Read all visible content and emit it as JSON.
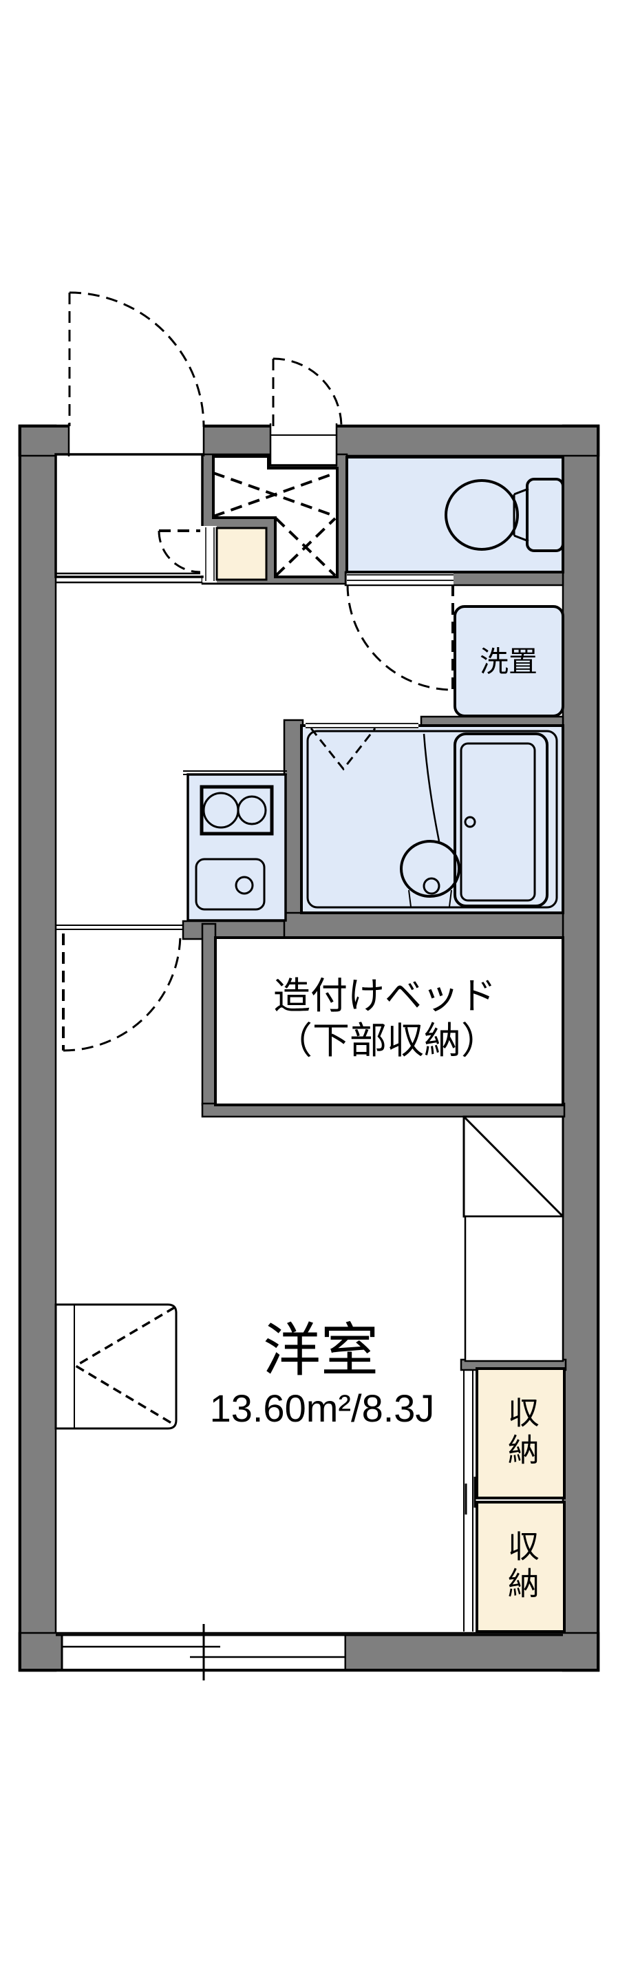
{
  "labels": {
    "laundry": "洗置",
    "bed_line1": "造付けベッド",
    "bed_line2": "（下部収納）",
    "room_name": "洋室",
    "room_area": "13.60m²/8.3J",
    "closet_upper": "収納",
    "closet_lower": "収納"
  },
  "colors": {
    "wall": "#7f7f7f",
    "fixture_fill": "#dfe9f8",
    "storage_fill": "#fbf1da",
    "line": "#000000",
    "background": "#ffffff"
  }
}
